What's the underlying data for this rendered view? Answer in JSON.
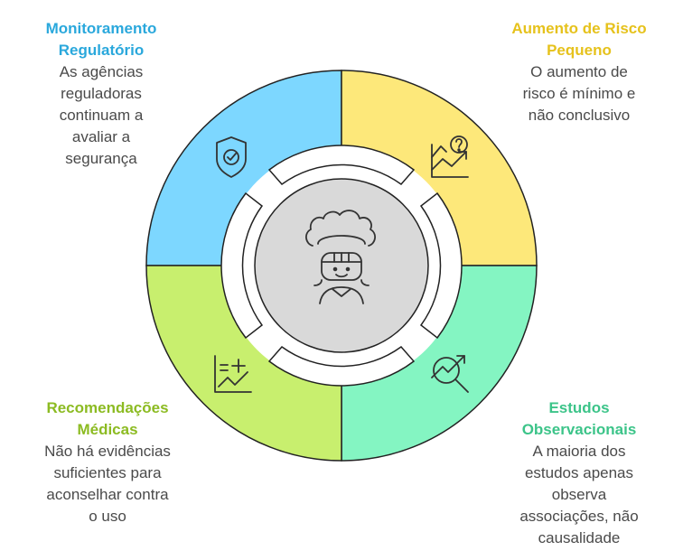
{
  "center": {
    "icon": "person-curly-hair-icon"
  },
  "quadrants": [
    {
      "key": "top_left",
      "title": "Monitoramento Regulatório",
      "title_lines": [
        "Monitoramento",
        "Regulatório"
      ],
      "body_lines": [
        "As agências",
        "reguladoras",
        "continuam a",
        "avaliar a",
        "segurança"
      ],
      "color": "#7dd7ff",
      "title_color": "#2aa8dc",
      "icon": "shield-check-icon"
    },
    {
      "key": "top_right",
      "title": "Aumento de Risco Pequeno",
      "title_lines": [
        "Aumento de Risco",
        "Pequeno"
      ],
      "body_lines": [
        "O aumento de",
        "risco é mínimo e",
        "não conclusivo"
      ],
      "color": "#fde87a",
      "title_color": "#e6c21c",
      "icon": "chart-question-icon"
    },
    {
      "key": "bottom_left",
      "title": "Recomendações Médicas",
      "title_lines": [
        "Recomendações",
        "Médicas"
      ],
      "body_lines": [
        "Não há evidências",
        "suficientes para",
        "aconselhar contra",
        "o uso"
      ],
      "color": "#c8ef6e",
      "title_color": "#8cbb22",
      "icon": "medical-chart-icon"
    },
    {
      "key": "bottom_right",
      "title": "Estudos Observacionais",
      "title_lines": [
        "Estudos",
        "Observacionais"
      ],
      "body_lines": [
        "A maioria dos",
        "estudos apenas",
        "observa",
        "associações, não",
        "causalidade"
      ],
      "color": "#84f5c2",
      "title_color": "#3cc489",
      "icon": "search-trend-icon"
    }
  ]
}
